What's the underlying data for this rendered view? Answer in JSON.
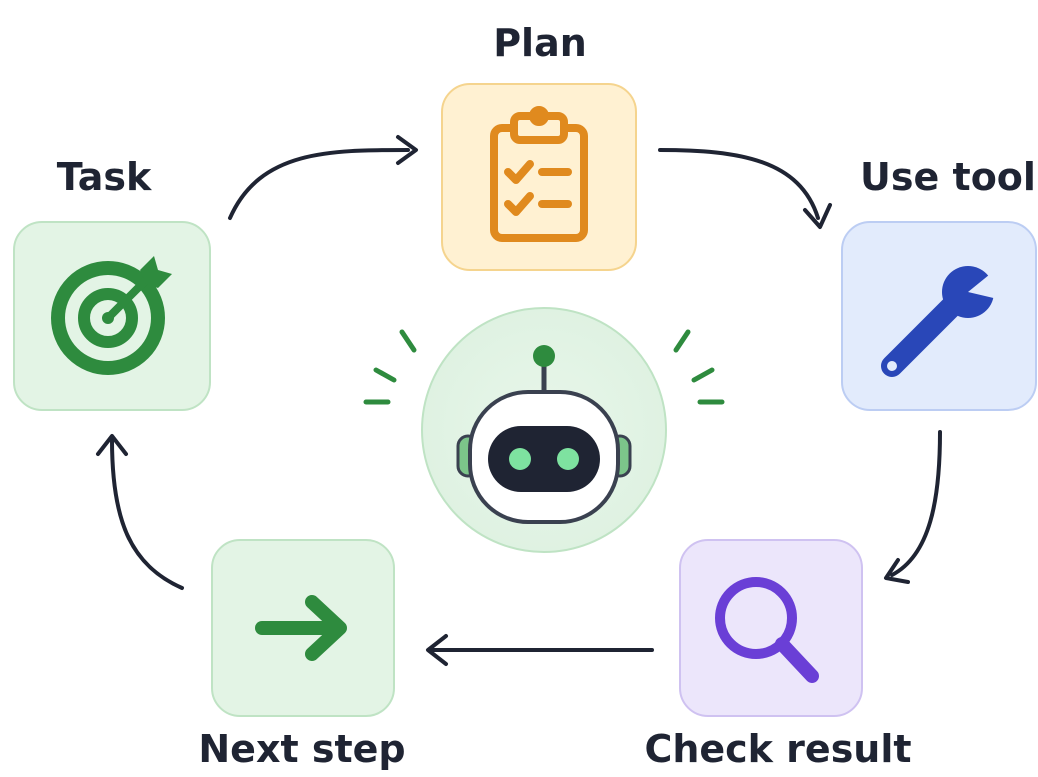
{
  "stages": {
    "task": {
      "label": "Task",
      "icon": "target-icon",
      "color": "#2e8b3e"
    },
    "plan": {
      "label": "Plan",
      "icon": "clipboard-checklist-icon",
      "color": "#e08a1e"
    },
    "use_tool": {
      "label": "Use tool",
      "icon": "wrench-icon",
      "color": "#2947b8"
    },
    "check_result": {
      "label": "Check result",
      "icon": "magnifier-icon",
      "color": "#6a3fd6"
    },
    "next_step": {
      "label": "Next step",
      "icon": "arrow-right-icon",
      "color": "#2e8b3e"
    }
  },
  "center": {
    "icon": "robot-icon",
    "accent": "#2e8b3e"
  },
  "arrow_color": "#1f2433"
}
